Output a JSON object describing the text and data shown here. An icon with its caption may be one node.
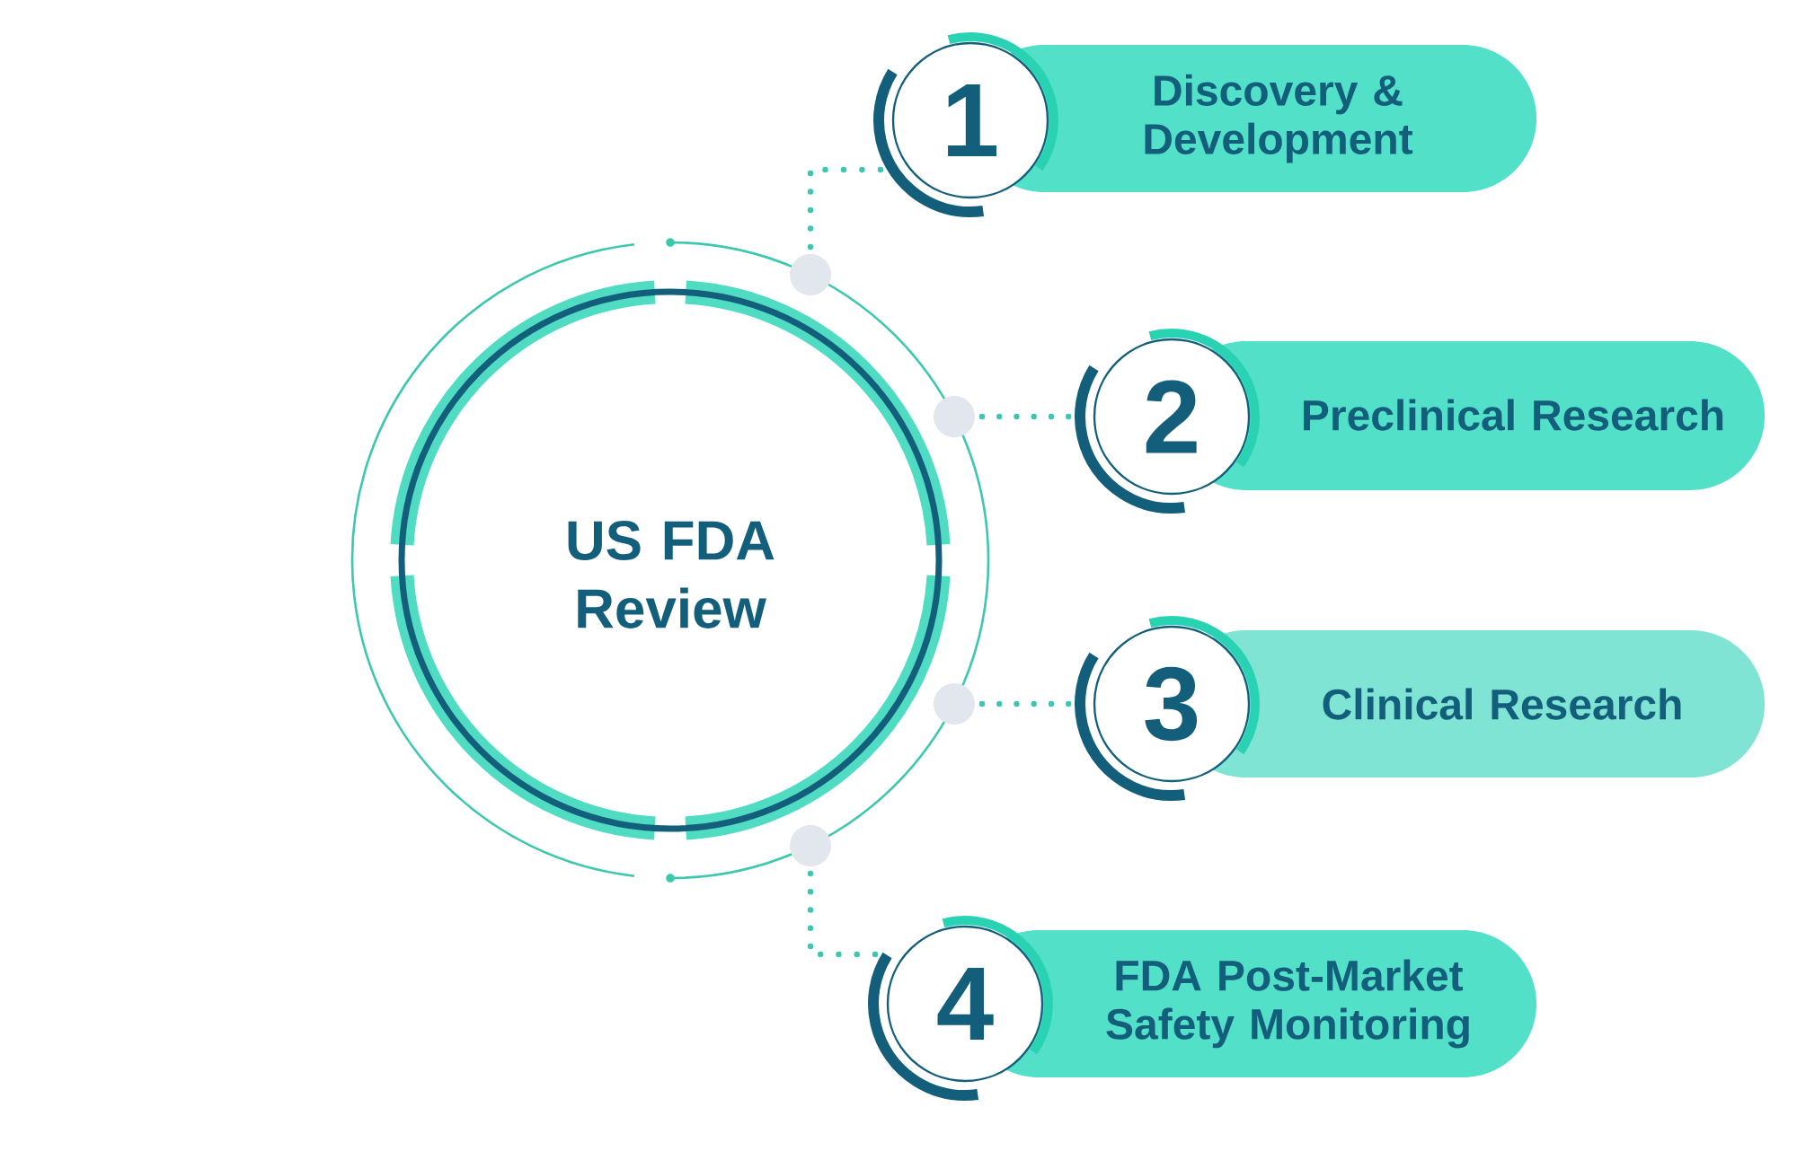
{
  "diagram": {
    "nodes": [
      {
        "text": [
          "US FDA Review"
        ]
      },
      {
        "text": [],
        "shape": "circle"
      },
      {
        "text": [
          "1"
        ]
      },
      {
        "text": [
          "Discovery & Development"
        ]
      },
      {
        "text": [],
        "shape": "circle"
      },
      {
        "text": [
          "2"
        ]
      },
      {
        "text": [
          "Preclinical Research"
        ]
      },
      {
        "text": [],
        "shape": "circle"
      },
      {
        "text": [
          "3"
        ]
      },
      {
        "text": [
          "Clinical Research"
        ]
      },
      {
        "text": [],
        "shape": "circle"
      },
      {
        "text": [
          "4"
        ]
      },
      {
        "text": [
          "FDA Post-Market Safety Monitoring"
        ]
      }
    ],
    "edges": [
      {
        "from": 1,
        "to": 2,
        "arrow": "none"
      },
      {
        "from": 4,
        "to": 5,
        "arrow": "none"
      },
      {
        "from": 7,
        "to": 8,
        "arrow": "none"
      },
      {
        "from": 10,
        "to": 11,
        "arrow": "none"
      }
    ]
  }
}
